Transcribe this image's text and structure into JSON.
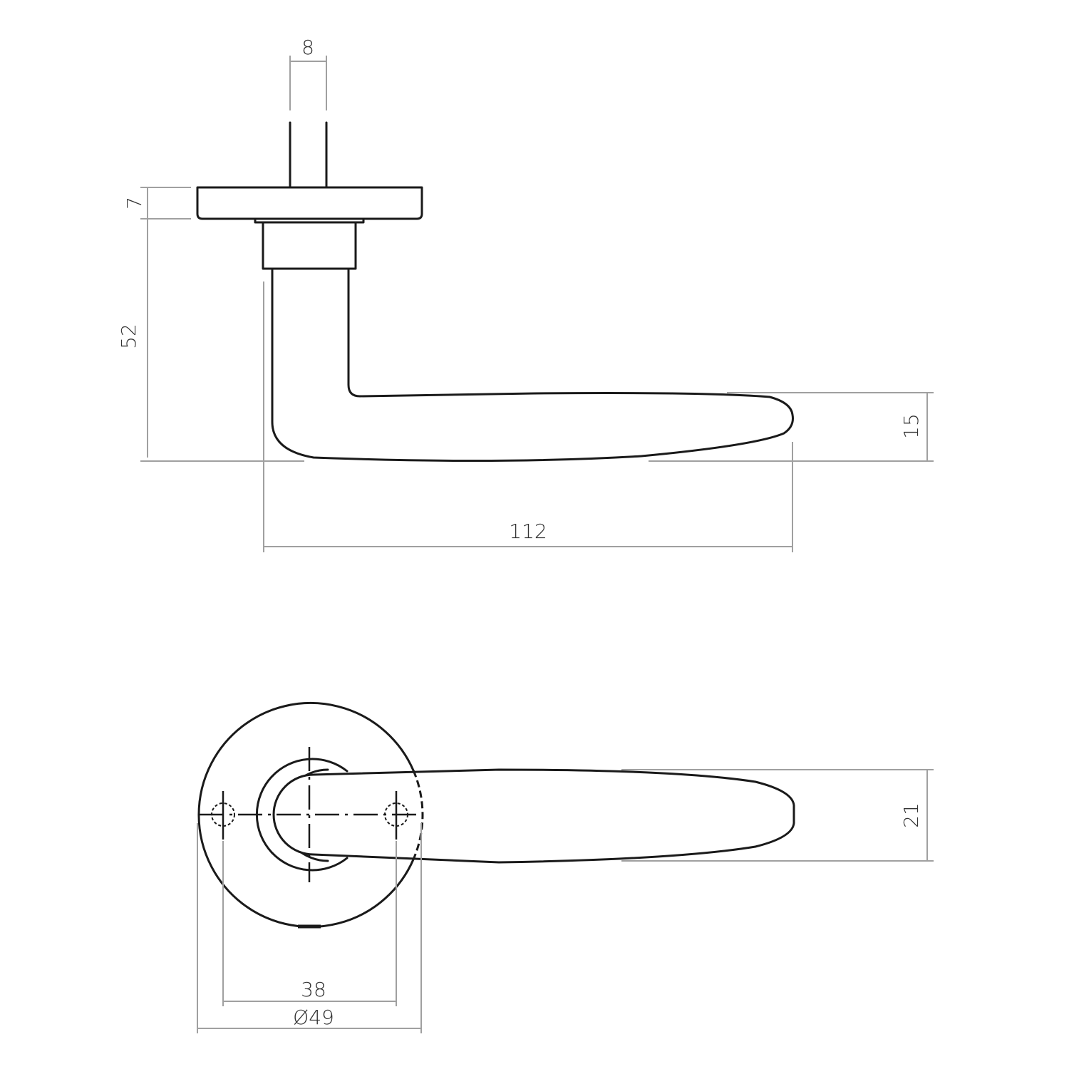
{
  "drawing": {
    "subject": "Door lever handle on round rose",
    "views": [
      "side-view",
      "front-view"
    ],
    "line_color": "#1a1a1a",
    "dimension_line_color": "#a0a0a0",
    "background": "#ffffff"
  },
  "side_view": {
    "dimensions": {
      "spindle_width": "8",
      "rose_thickness": "7",
      "handle_projection": "52",
      "grip_height": "15",
      "handle_length": "112"
    }
  },
  "front_view": {
    "dimensions": {
      "grip_width": "21",
      "screw_hole_spacing": "38",
      "rose_diameter": "Ø49"
    }
  }
}
